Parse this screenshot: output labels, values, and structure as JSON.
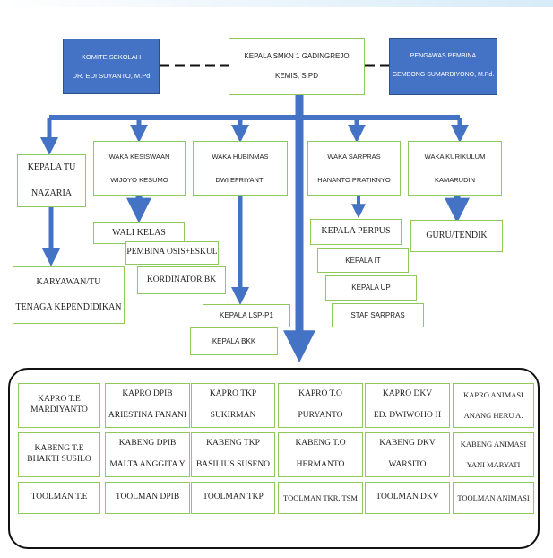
{
  "colors": {
    "line": "#4472c4",
    "box_border": "#8fc85b",
    "blue_box": "#4472c4"
  },
  "top": {
    "komite": {
      "title": "KOMITE SEKOLAH",
      "name": "DR. EDI SUYANTO,  M.Pd"
    },
    "kepala": {
      "title": "KEPALA SMKN 1 GADINGREJO",
      "name": "KEMIS, S.PD"
    },
    "pengawas": {
      "title": "PENGAWAS PEMBINA",
      "name": "GEMBONG SUMARDIYONO, M.Pd."
    }
  },
  "row2": {
    "kepala_tu": {
      "title": "KEPALA TU",
      "name": "NAZARIA"
    },
    "kesiswaan": {
      "title": "WAKA KESISWAAN",
      "name": "WIJOYO KESUMO"
    },
    "hubinmas": {
      "title": "WAKA HUBINMAS",
      "name": "DWI EFRIYANTI"
    },
    "sarpras": {
      "title": "WAKA SARPRAS",
      "name": "HANANTO PRATIKNYO"
    },
    "kurikulum": {
      "title": "WAKA KURIKULUM",
      "name": "KAMARUDIN"
    }
  },
  "sub": {
    "karyawan": {
      "line1": "KARYAWAN/TU",
      "line2": "TENAGA KEPENDIDIKAN"
    },
    "wali_kelas": "WALI KELAS",
    "pembina_osis": "PEMBINA OSIS+ESKUL",
    "kordinator_bk": "KORDINATOR  BK",
    "kepala_lsp": "KEPALA LSP-P1",
    "kepala_bkk": "KEPALA BKK",
    "kepala_perpus": "KEPALA PERPUS",
    "kepala_it": "KEPALA IT",
    "kepala_up": "KEPALA UP",
    "staf_sarpras": "STAF SARPRAS",
    "guru_tendik": "GURU/TENDIK"
  },
  "grid": [
    [
      {
        "t": "KAPRO T.E",
        "n": "MARDIYANTO"
      },
      {
        "t": "KAPRO DPIB",
        "n": "ARIESTINA FANANI"
      },
      {
        "t": "KAPRO TKP",
        "n": "SUKIRMAN"
      },
      {
        "t": "KAPRO T.O",
        "n": "PURYANTO"
      },
      {
        "t": "KAPRO DKV",
        "n": "ED. DWIWOHO H"
      },
      {
        "t": "KAPRO ANIMASI",
        "n": "ANANG HERU A."
      }
    ],
    [
      {
        "t": "KABENG T.E",
        "n": "BHAKTI SUSILO"
      },
      {
        "t": "KABENG DPIB",
        "n": "MALTA ANGGITA Y"
      },
      {
        "t": "KABENG TKP",
        "n": "BASILIUS SUSENO"
      },
      {
        "t": "KABENG T.O",
        "n": "HERMANTO"
      },
      {
        "t": "KABENG DKV",
        "n": "WARSITO"
      },
      {
        "t": "KABENG ANIMASI",
        "n": "YANI MARYATI"
      }
    ],
    [
      {
        "t": "TOOLMAN T.E"
      },
      {
        "t": "TOOLMAN DPIB"
      },
      {
        "t": "TOOLMAN TKP"
      },
      {
        "t": "TOOLMAN TKR, TSM"
      },
      {
        "t": "TOOLMAN DKV"
      },
      {
        "t": "TOOLMAN ANIMASI"
      }
    ]
  ]
}
